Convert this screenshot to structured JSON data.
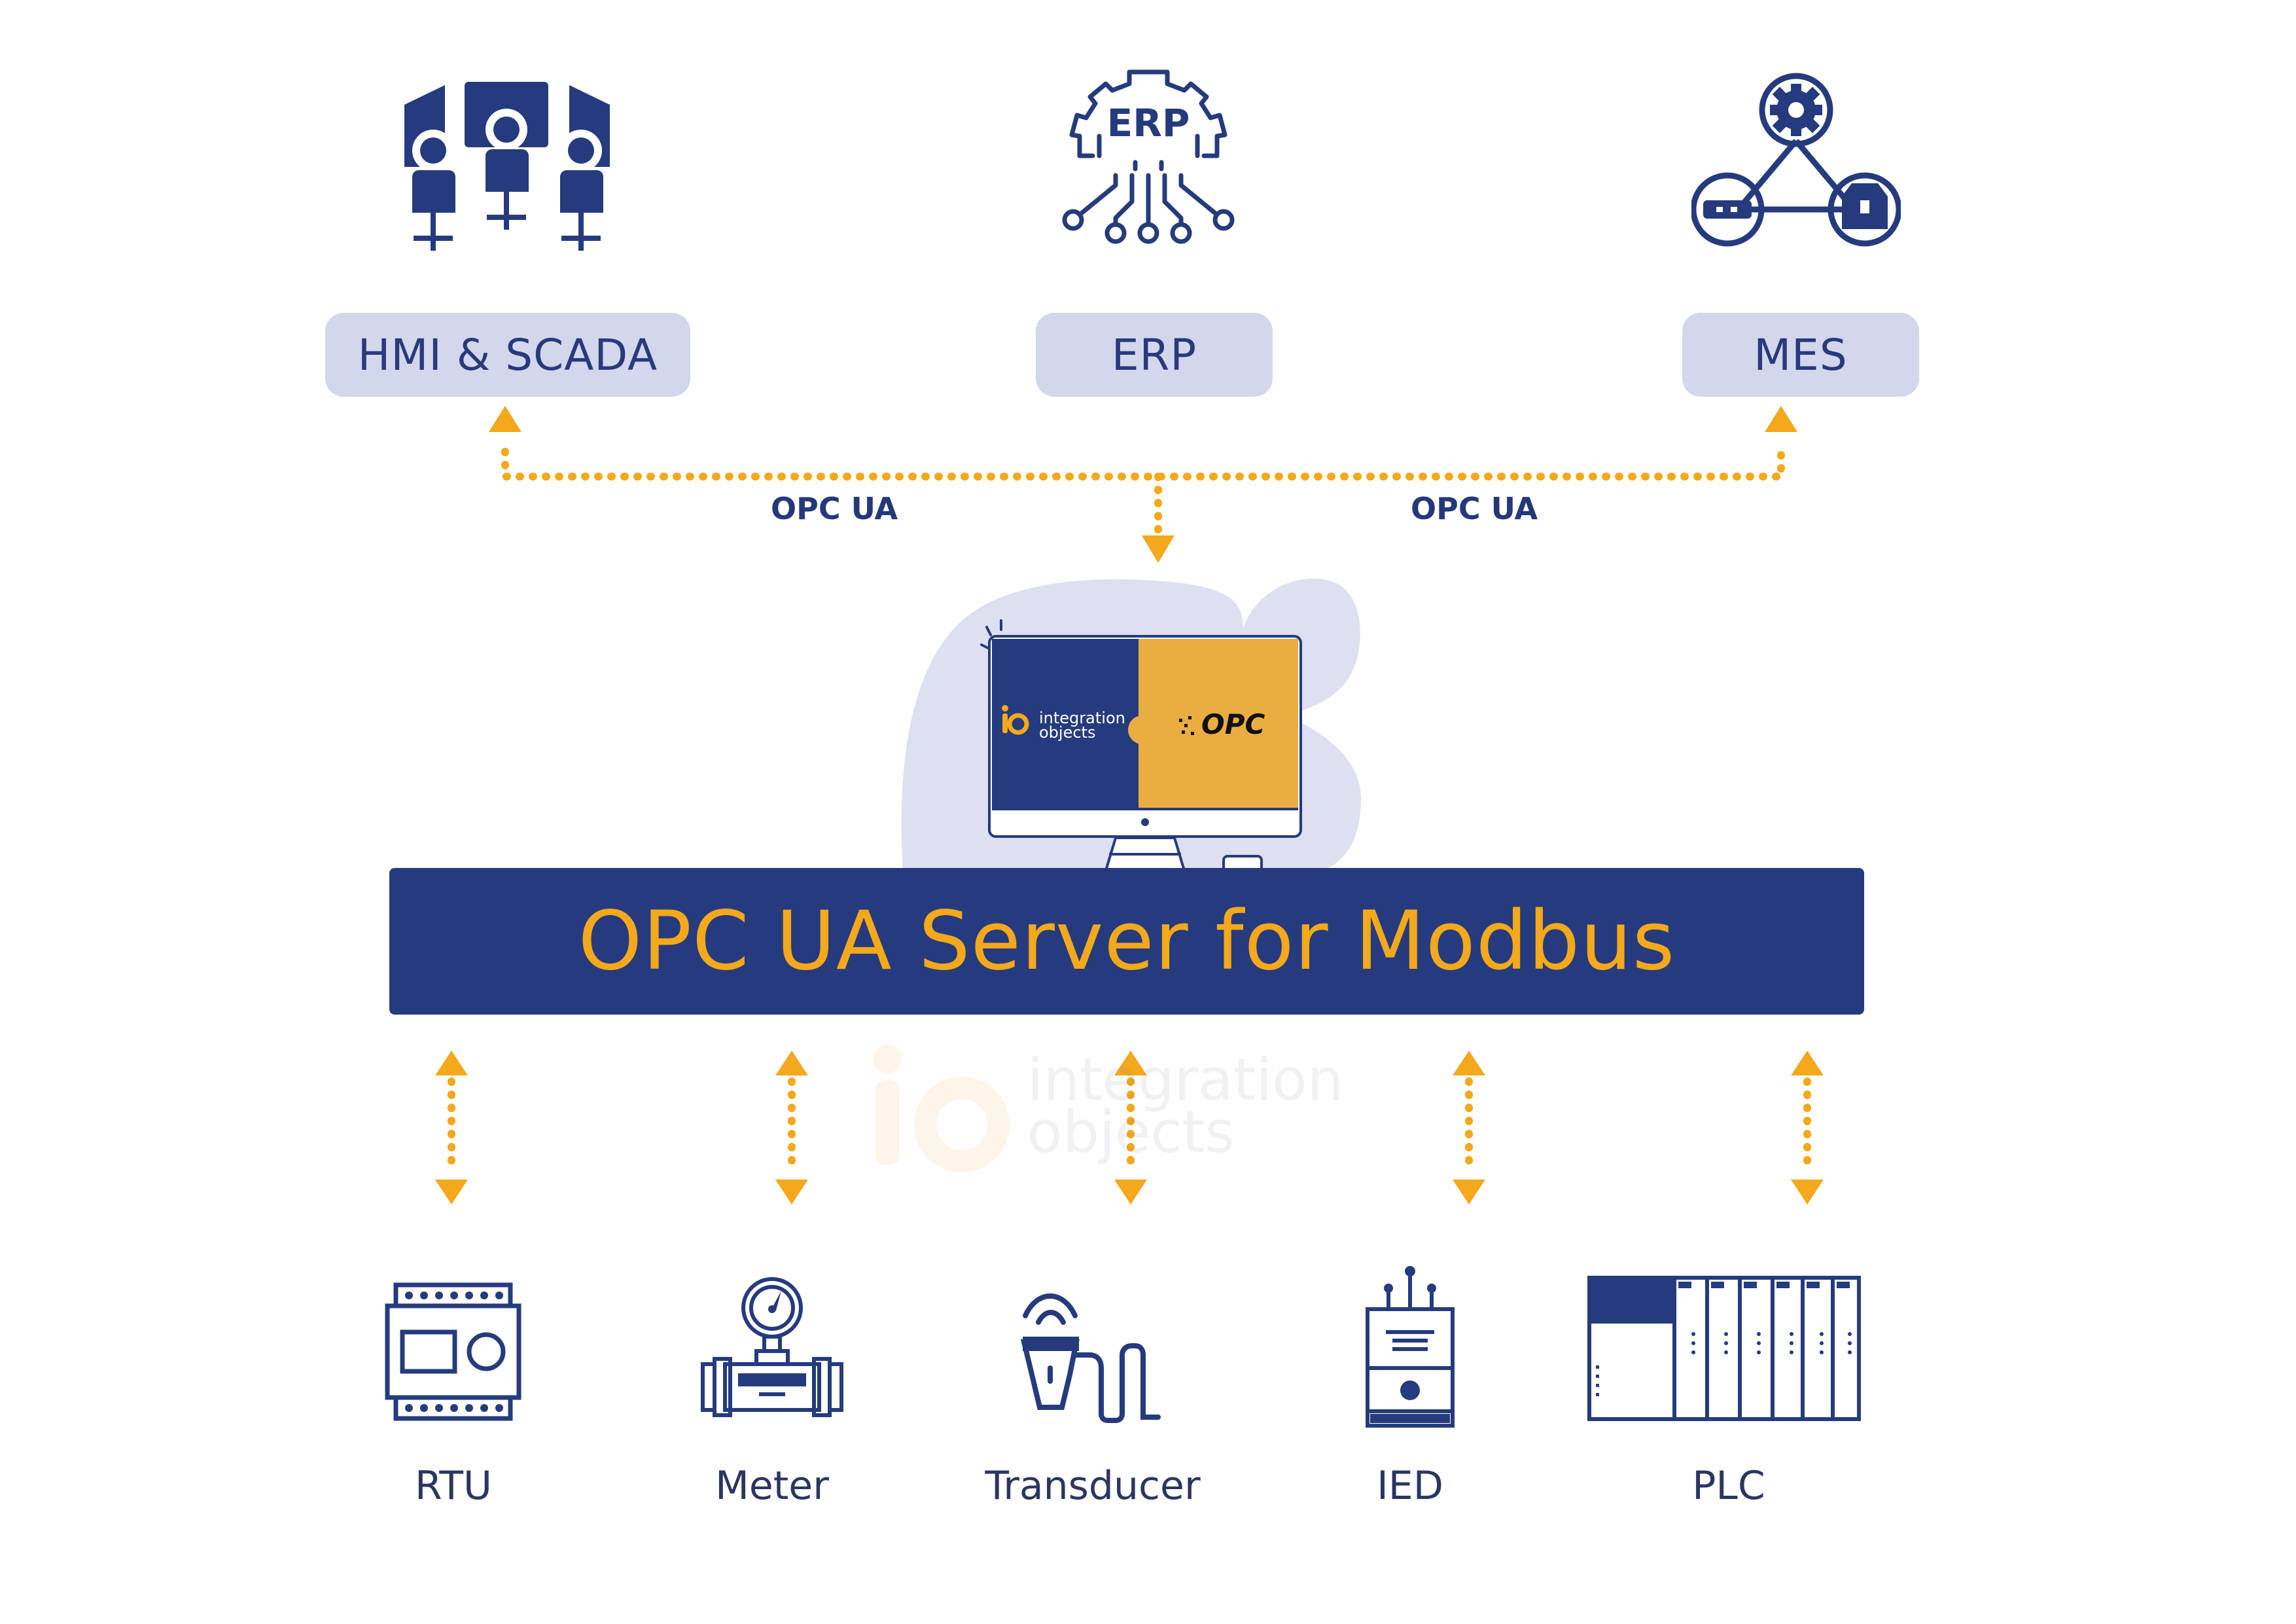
{
  "top_systems": [
    {
      "label": "HMI & SCADA",
      "icon": "operators-icon"
    },
    {
      "label": "ERP",
      "icon": "erp-gear-circuit-icon",
      "icon_text": "ERP"
    },
    {
      "label": "MES",
      "icon": "mes-network-icon"
    }
  ],
  "protocol_labels": [
    "OPC UA",
    "OPC UA"
  ],
  "server": {
    "title": "OPC UA Server for Modbus",
    "monitor_brand": [
      "integration",
      "objects"
    ],
    "monitor_logo": "io",
    "opc_logo": "OPC"
  },
  "devices": [
    {
      "label": "RTU",
      "icon": "rtu-icon"
    },
    {
      "label": "Meter",
      "icon": "pressure-meter-icon"
    },
    {
      "label": "Transducer",
      "icon": "transducer-icon"
    },
    {
      "label": "IED",
      "icon": "ied-icon"
    },
    {
      "label": "PLC",
      "icon": "plc-rack-icon"
    }
  ],
  "watermark": {
    "logo": "io",
    "lines": [
      "integration",
      "objects"
    ]
  },
  "colors": {
    "navy": "#253b7d",
    "orange": "#f4a81c",
    "pill": "#d3d7ec",
    "blob": "#dde0f0"
  }
}
